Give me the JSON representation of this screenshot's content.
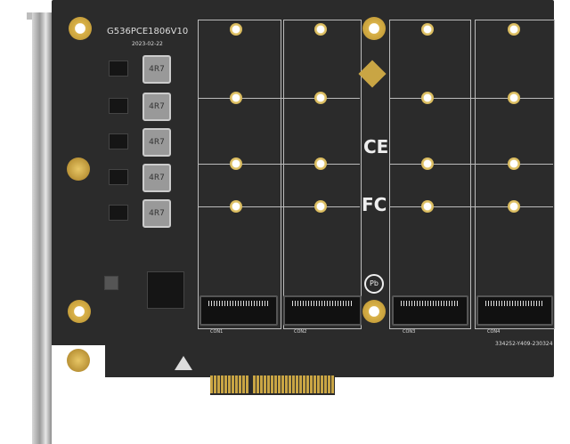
{
  "board": {
    "model": "G536PCE1806V10",
    "date": "2023-02-22",
    "serial": "334252-Y409-230324",
    "inductor_label": "4R7",
    "certifications": {
      "ce": "CE",
      "fcc": "FC",
      "pb": "Pb"
    },
    "connector_labels": [
      "CON1",
      "CON2",
      "CON3",
      "CON4"
    ],
    "colors": {
      "pcb": "#2b2b2b",
      "gold": "#c9a544",
      "silkscreen": "#dddddd",
      "bracket": "#b0b0b0"
    }
  }
}
